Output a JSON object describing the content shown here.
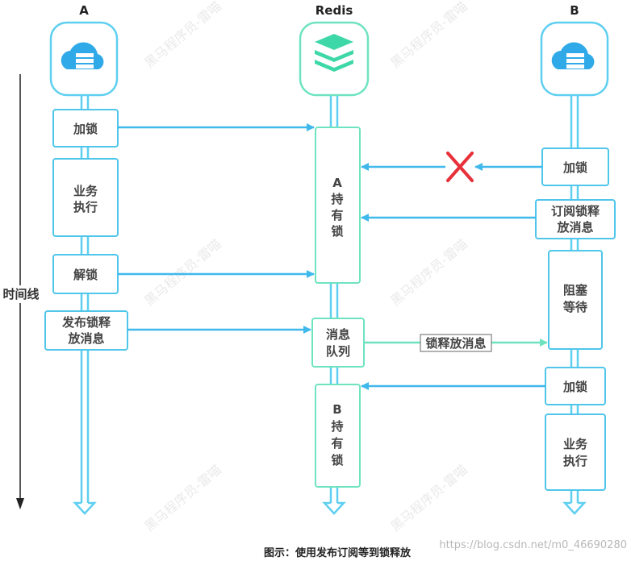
{
  "columns": {
    "a": "A",
    "redis": "Redis",
    "b": "B"
  },
  "timeline_label": "时间线",
  "a_steps": {
    "lock": "加锁",
    "biz_1": "业务",
    "biz_2": "执行",
    "unlock": "解锁",
    "publish_1": "发布锁释",
    "publish_2": "放消息"
  },
  "redis_steps": {
    "a_holds": [
      "A",
      "持",
      "有",
      "锁"
    ],
    "queue_1": "消息",
    "queue_2": "队列",
    "b_holds": [
      "B",
      "持",
      "有",
      "锁"
    ]
  },
  "b_steps": {
    "lock_fail": "加锁",
    "subscribe_1": "订阅锁释",
    "subscribe_2": "放消息",
    "block_1": "阻塞",
    "block_2": "等待",
    "lock": "加锁",
    "biz_1": "业务",
    "biz_2": "执行"
  },
  "message_label": "锁释放消息",
  "caption": "图示：使用发布订阅等到锁释放",
  "watermark_url": "https://blog.csdn.net/m0_46690280",
  "watermark_stamp": "黑马程序员-雷喵",
  "colors": {
    "lifeline": "#5ecff0",
    "box_border": "#4fc6ea",
    "redis_border": "#6fe3c0",
    "arrow": "#3fb8ec",
    "fail_x": "#e8303a",
    "cloud": "#2fa9e8"
  }
}
